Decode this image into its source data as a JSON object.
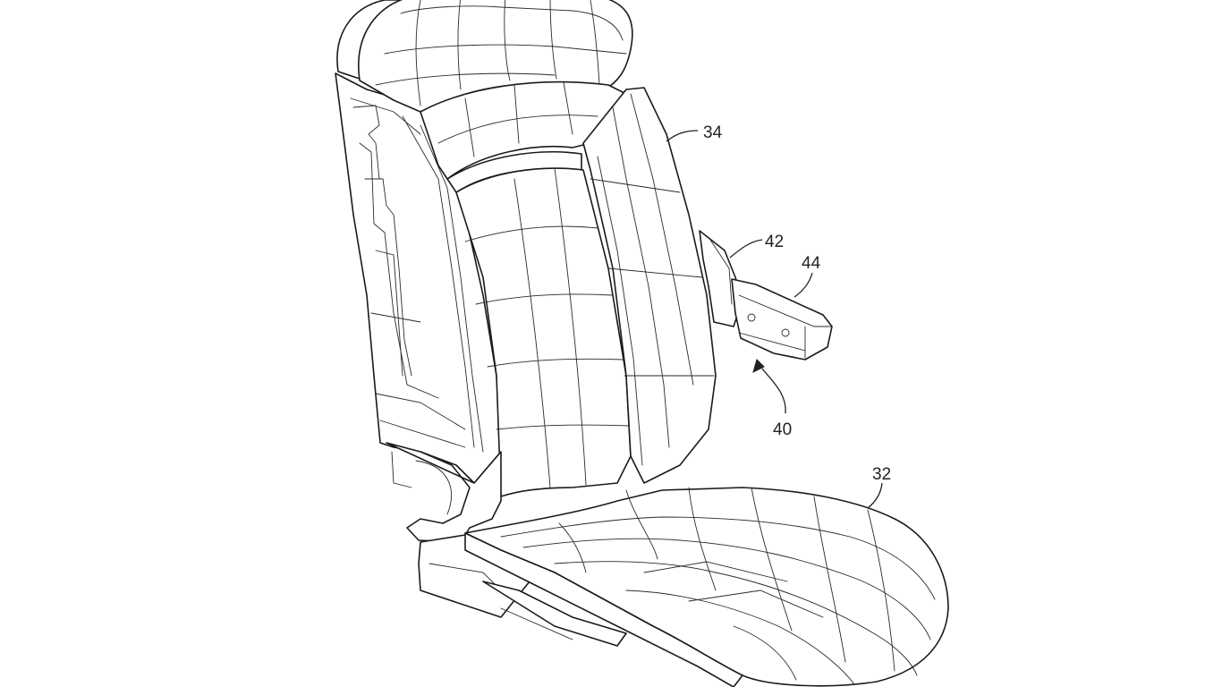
{
  "figure": {
    "labels": {
      "seat_cushion": "32",
      "seatback": "34",
      "assembly": "40",
      "bracket": "42",
      "module": "44"
    }
  }
}
